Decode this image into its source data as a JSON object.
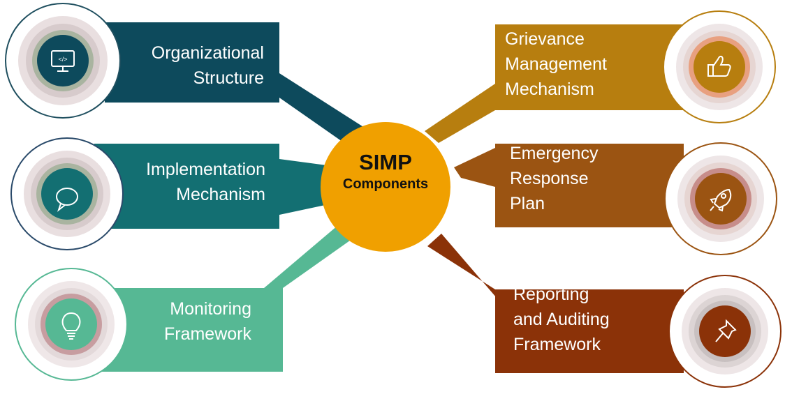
{
  "center": {
    "title": "SIMP",
    "subtitle": "Components"
  },
  "components": [
    {
      "id": "org",
      "lines": [
        "Organizational",
        "Structure"
      ],
      "icon": "monitor-code-icon",
      "color": "#0d4a5c",
      "ring": "#1f4f5f"
    },
    {
      "id": "impl",
      "lines": [
        "Implementation",
        "Mechanism"
      ],
      "icon": "speech-bubble-icon",
      "color": "#136f72",
      "ring": "#2a4a6a"
    },
    {
      "id": "monitor",
      "lines": [
        "Monitoring",
        "Framework"
      ],
      "icon": "lightbulb-icon",
      "color": "#56b894",
      "ring": "#56b894"
    },
    {
      "id": "grievance",
      "lines": [
        "Grievance",
        "Management",
        "Mechanism"
      ],
      "icon": "thumbs-up-icon",
      "color": "#b77e0f",
      "ring": "#b77e0f"
    },
    {
      "id": "emergency",
      "lines": [
        "Emergency",
        "Response",
        "Plan"
      ],
      "icon": "rocket-icon",
      "color": "#9b5412",
      "ring": "#9b5412"
    },
    {
      "id": "reporting",
      "lines": [
        "Reporting",
        "and Auditing",
        "Framework"
      ],
      "icon": "pushpin-icon",
      "color": "#8b3208",
      "ring": "#8b3208"
    }
  ],
  "center_color": "#f0a000"
}
